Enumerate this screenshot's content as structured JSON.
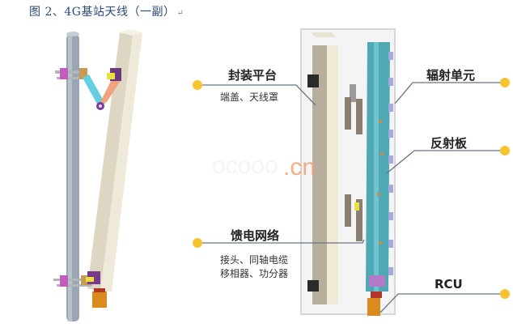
{
  "caption": {
    "text": "图 2、4G基站天线（一副）",
    "return_mark": "↵"
  },
  "colors": {
    "dot": "#f6c431",
    "leader_line": "#6a7480",
    "caption": "#2a4a7a",
    "watermark": "#f0a070",
    "radome": "#e9e3d2",
    "pole": "#9aa7b3",
    "reflector": "#4fa9b5"
  },
  "watermark": {
    "faint": "ocooo",
    "visible": ".cn"
  },
  "labels": {
    "packaging": {
      "title": "封装平台",
      "sub": "端盖、天线罩"
    },
    "feed_network": {
      "title": "馈电网络",
      "sub_line1": "接头、同轴电缆",
      "sub_line2": "移相器、功分器"
    },
    "radiating_unit": {
      "title": "辐射单元"
    },
    "reflector": {
      "title": "反射板"
    },
    "rcu": {
      "title": "RCU"
    }
  },
  "figures": {
    "left": "assembled-antenna-on-pole",
    "right": "exploded-antenna-view"
  }
}
